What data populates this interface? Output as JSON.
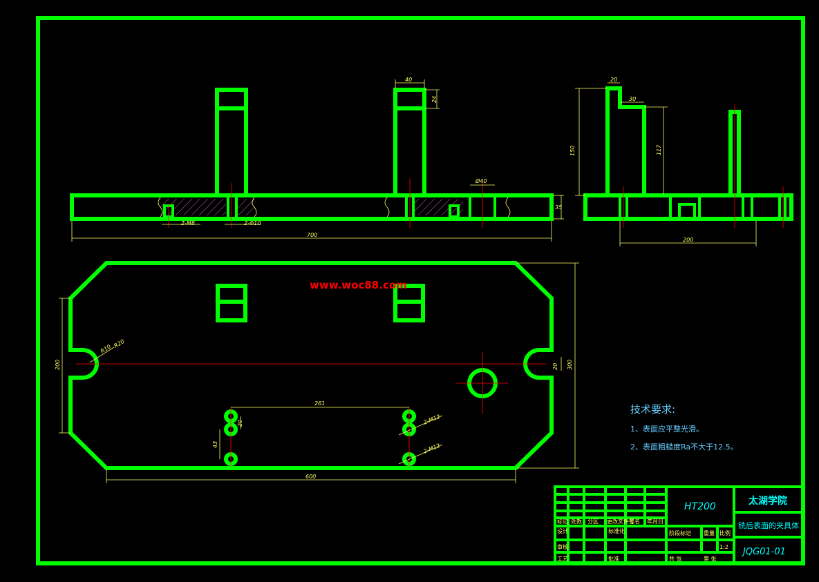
{
  "watermark": "www.woc88.com",
  "front_view": {
    "dim_total_length": "700",
    "dim_hole_m": "2-M8",
    "dim_hole_phi": "2-Φ10",
    "dim_upright_width": "40",
    "dim_upright_top": "24",
    "dim_phi40": "Ø40",
    "dim_base_height": "35"
  },
  "side_view": {
    "dim_top_width": "20",
    "dim_step": "30",
    "dim_height": "150",
    "dim_step_height": "117",
    "dim_span": "200"
  },
  "top_view": {
    "dim_left_height": "200",
    "dim_r_slot_1": "R10",
    "dim_r_slot_2": "R20",
    "dim_right_height": "300",
    "dim_slot_width": "20",
    "dim_hole_spacing": "261",
    "dim_hole_gap": "20",
    "dim_hole_offset": "43",
    "dim_m12_a": "2-M12",
    "dim_m12_b": "2-M12",
    "dim_length": "600"
  },
  "tech_requirements": {
    "title": "技术要求:",
    "item1": "1、表面应平整光滑。",
    "item2": "2、表面粗糙度Ra不大于12.5。"
  },
  "title_block": {
    "material": "HT200",
    "school": "太湖学院",
    "part_name": "铣后表面的夹具体",
    "drawing_no": "JQG01-01",
    "scale": "1:2",
    "headers_row": [
      "标记",
      "处数",
      "分区",
      "更改文件号",
      "签名",
      "年月日"
    ],
    "designer_label": "设计",
    "standardize_label": "标准化",
    "review_label": "审核",
    "process_label": "工艺",
    "approve_label": "批准",
    "stage_label": "阶段标记",
    "weight_label": "重量",
    "scale_label": "比例",
    "sheet_total": "共 张",
    "sheet_no": "第 张"
  }
}
